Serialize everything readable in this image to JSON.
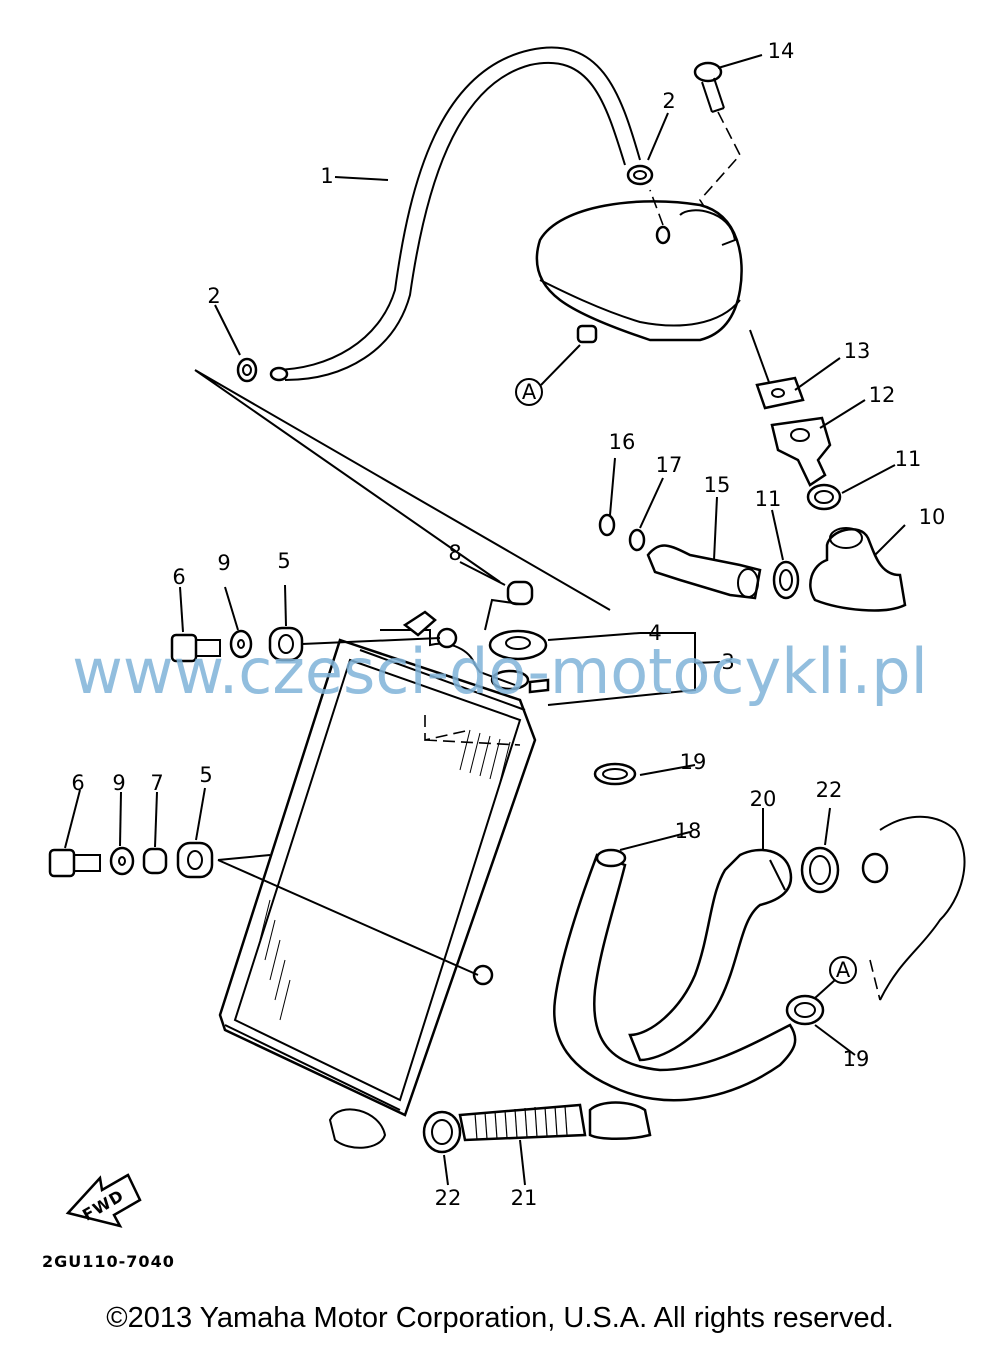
{
  "watermark": "www.czesci-do-motocykli.pl",
  "drawing_code": "2GU110-7040",
  "copyright": "©2013 Yamaha Motor Corporation, U.S.A. All rights reserved.",
  "fwd_label": "FWD",
  "ref_marker": "A",
  "callouts": [
    "1",
    "2",
    "2",
    "3",
    "4",
    "5",
    "5",
    "6",
    "6",
    "7",
    "8",
    "9",
    "9",
    "10",
    "11",
    "11",
    "12",
    "13",
    "14",
    "15",
    "16",
    "17",
    "18",
    "19",
    "19",
    "20",
    "21",
    "22",
    "22"
  ]
}
